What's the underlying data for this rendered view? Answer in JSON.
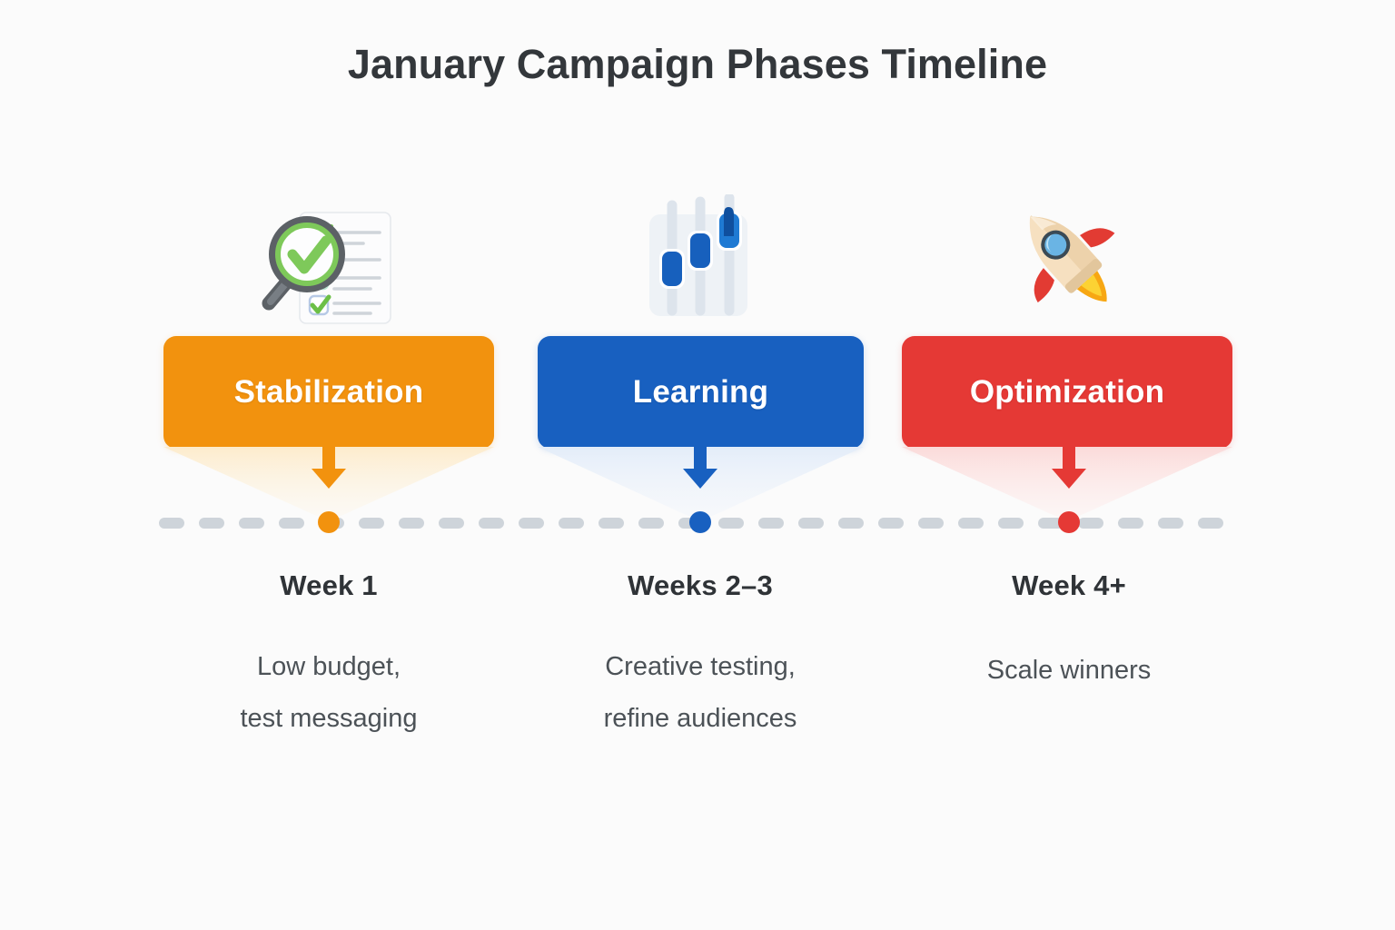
{
  "page": {
    "title": "January Campaign Phases Timeline",
    "background_color": "#fbfbfb",
    "title_color": "#33373b"
  },
  "timeline": {
    "dash_color": "#ced4da",
    "orientation": "horizontal",
    "style": "dashed"
  },
  "phases": [
    {
      "id": "stabilization",
      "label": "Stabilization",
      "week": "Week 1",
      "description": "Low budget,\ntest messaging",
      "color": "#f2920e",
      "tint_color": "#fdf1dc",
      "node_color": "#f2920e",
      "icon": "magnifier-checklist-icon"
    },
    {
      "id": "learning",
      "label": "Learning",
      "week": "Weeks 2–3",
      "description": "Creative testing,\nrefine audiences",
      "color": "#1860c0",
      "tint_color": "#e6eef9",
      "node_color": "#1860c0",
      "icon": "sliders-control-icon"
    },
    {
      "id": "optimization",
      "label": "Optimization",
      "week": "Week 4+",
      "description": "Scale winners",
      "color": "#e53935",
      "tint_color": "#fbdedd",
      "node_color": "#e53935",
      "icon": "rocket-icon"
    }
  ]
}
